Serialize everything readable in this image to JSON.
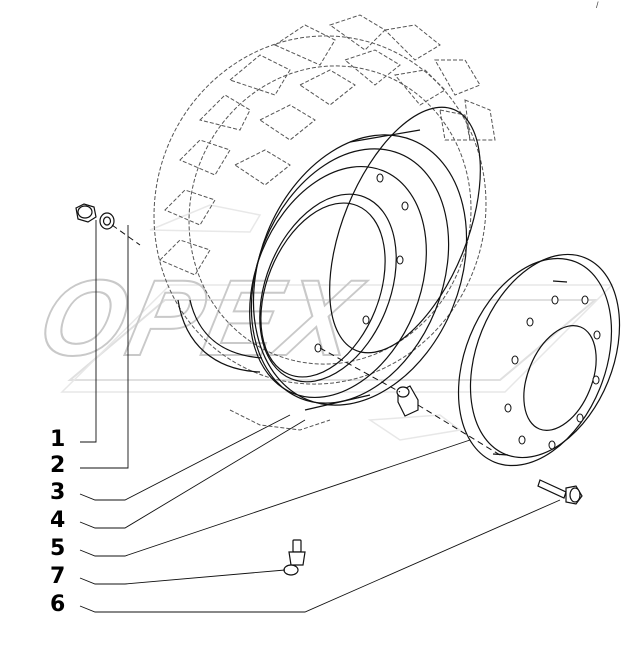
{
  "diagram": {
    "corner_mark": "/",
    "watermark_text": "OPEX",
    "callouts": [
      {
        "id": "1",
        "part": "nut"
      },
      {
        "id": "2",
        "part": "washer"
      },
      {
        "id": "3",
        "part": "tire"
      },
      {
        "id": "4",
        "part": "wheel-rim"
      },
      {
        "id": "5",
        "part": "wheel-disc"
      },
      {
        "id": "7",
        "part": "valve"
      },
      {
        "id": "6",
        "part": "bolt"
      }
    ]
  }
}
